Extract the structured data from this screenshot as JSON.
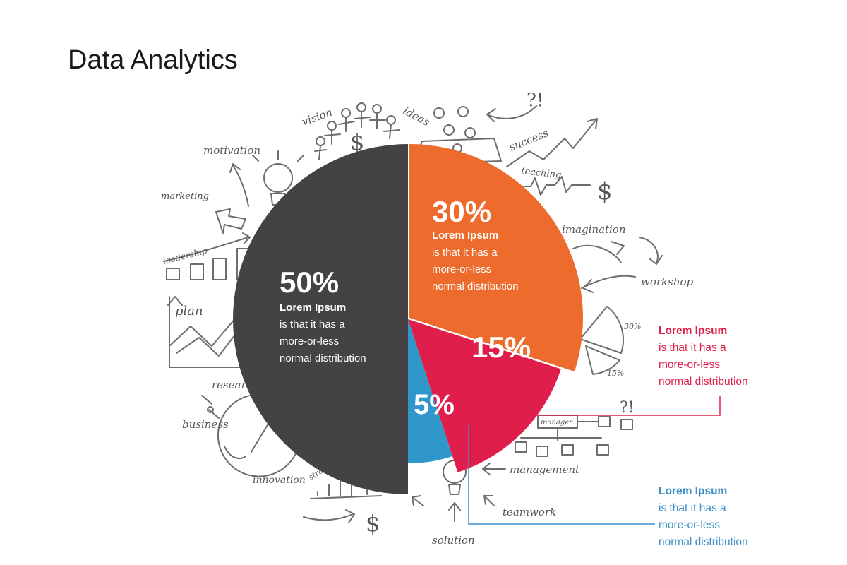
{
  "slide": {
    "title": "Data Analytics"
  },
  "chart_data": {
    "type": "pie",
    "title": "",
    "slices": [
      {
        "label": "50%",
        "value": 50,
        "color": "#444244",
        "heading": "Lorem Ipsum",
        "lines": [
          "is that it has a",
          "more-or-less",
          "normal distribution"
        ]
      },
      {
        "label": "30%",
        "value": 30,
        "color": "#ec6b2d",
        "heading": "Lorem Ipsum",
        "lines": [
          "is that it has a",
          "more-or-less",
          "normal distribution"
        ]
      },
      {
        "label": "15%",
        "value": 15,
        "color": "#e01e4b",
        "heading": "",
        "lines": []
      },
      {
        "label": "5%",
        "value": 5,
        "color": "#2f97c9",
        "heading": "",
        "lines": []
      }
    ]
  },
  "callouts": {
    "red": {
      "heading": "Lorem Ipsum",
      "lines": [
        "is that it has a",
        "more-or-less",
        "normal distribution"
      ],
      "color": "#e0204a"
    },
    "blue": {
      "heading": "Lorem Ipsum",
      "lines": [
        "is that it has a",
        "more-or-less",
        "normal distribution"
      ],
      "color": "#3a8fc6"
    }
  },
  "doodle_words": [
    "vision",
    "ideas",
    "success",
    "motivation",
    "teaching",
    "marketing",
    "imagination",
    "leadership",
    "workshop",
    "plan",
    "research",
    "business",
    "innovation",
    "strategy",
    "management",
    "teamwork",
    "solution",
    "manager"
  ]
}
